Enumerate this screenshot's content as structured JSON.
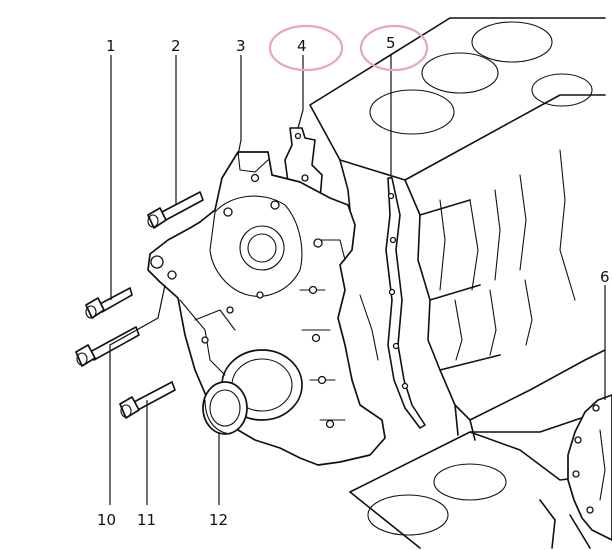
{
  "highlight_color": "#e8a6bd",
  "callouts": [
    {
      "id": "1",
      "label": "1"
    },
    {
      "id": "2",
      "label": "2"
    },
    {
      "id": "3",
      "label": "3"
    },
    {
      "id": "4",
      "label": "4",
      "highlighted": true
    },
    {
      "id": "5",
      "label": "5",
      "highlighted": true
    },
    {
      "id": "6",
      "label": "6"
    },
    {
      "id": "10",
      "label": "10"
    },
    {
      "id": "11",
      "label": "11"
    },
    {
      "id": "12",
      "label": "12"
    }
  ]
}
